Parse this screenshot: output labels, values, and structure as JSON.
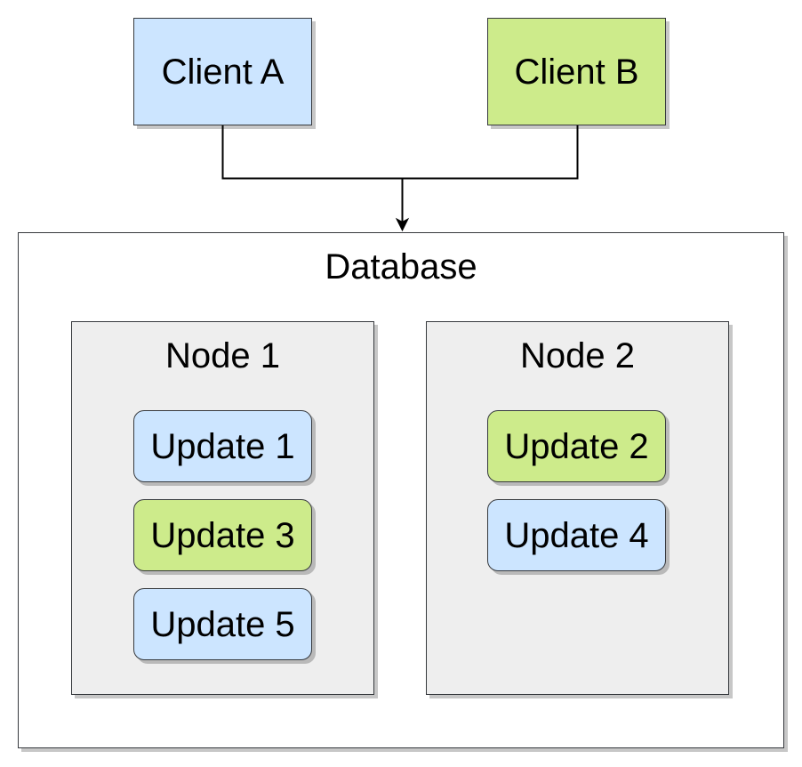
{
  "clients": {
    "a": {
      "label": "Client A",
      "color": "#cce5ff"
    },
    "b": {
      "label": "Client B",
      "color": "#cdeb8b"
    }
  },
  "database": {
    "title": "Database",
    "color": "#ffffff"
  },
  "nodes": [
    {
      "title": "Node 1",
      "color": "#eeeeee",
      "updates": [
        {
          "label": "Update 1",
          "color": "#cce5ff"
        },
        {
          "label": "Update 3",
          "color": "#cdeb8b"
        },
        {
          "label": "Update 5",
          "color": "#cce5ff"
        }
      ]
    },
    {
      "title": "Node 2",
      "color": "#eeeeee",
      "updates": [
        {
          "label": "Update 2",
          "color": "#cdeb8b"
        },
        {
          "label": "Update 4",
          "color": "#cce5ff"
        }
      ]
    }
  ],
  "edge_color": "#000000"
}
